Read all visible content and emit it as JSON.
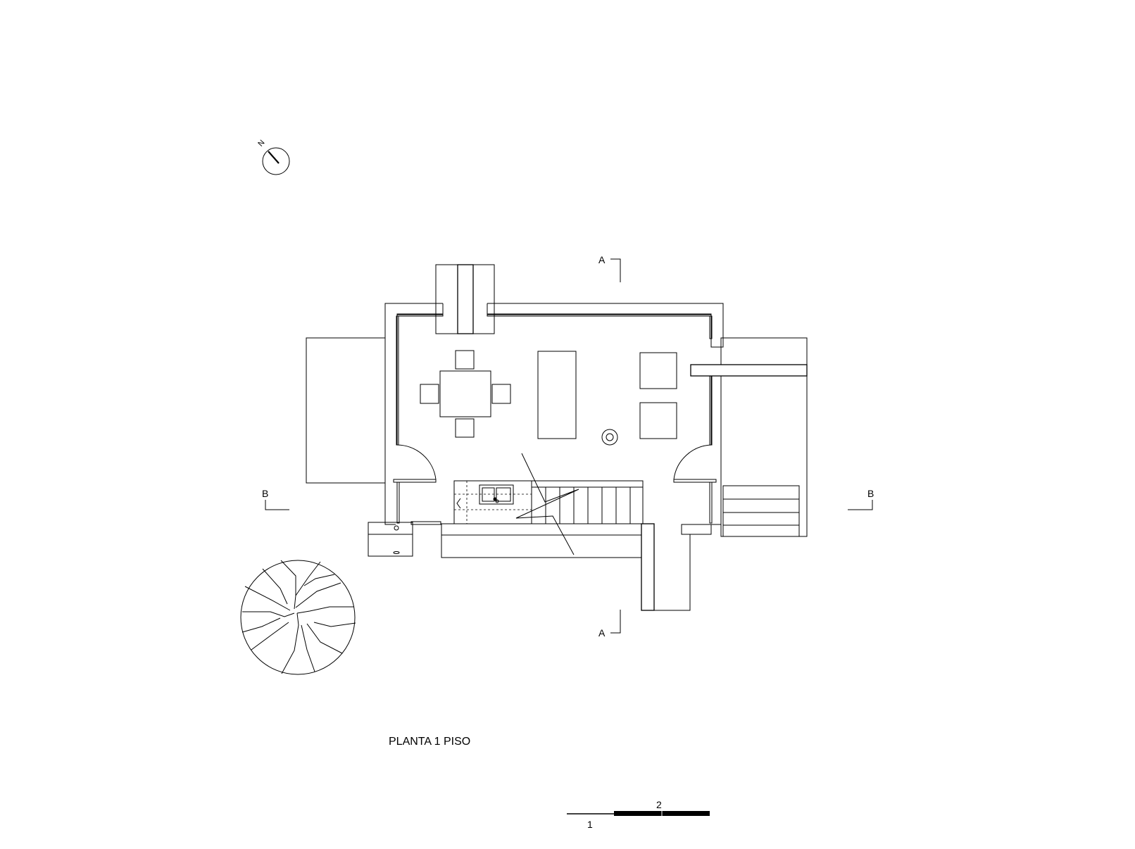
{
  "drawing": {
    "title": "PLANTA  1 PISO",
    "north_label": "N",
    "section_a_label": "A",
    "section_b_label": "B",
    "scale_bar": {
      "label_low": "1",
      "label_high": "2"
    }
  }
}
